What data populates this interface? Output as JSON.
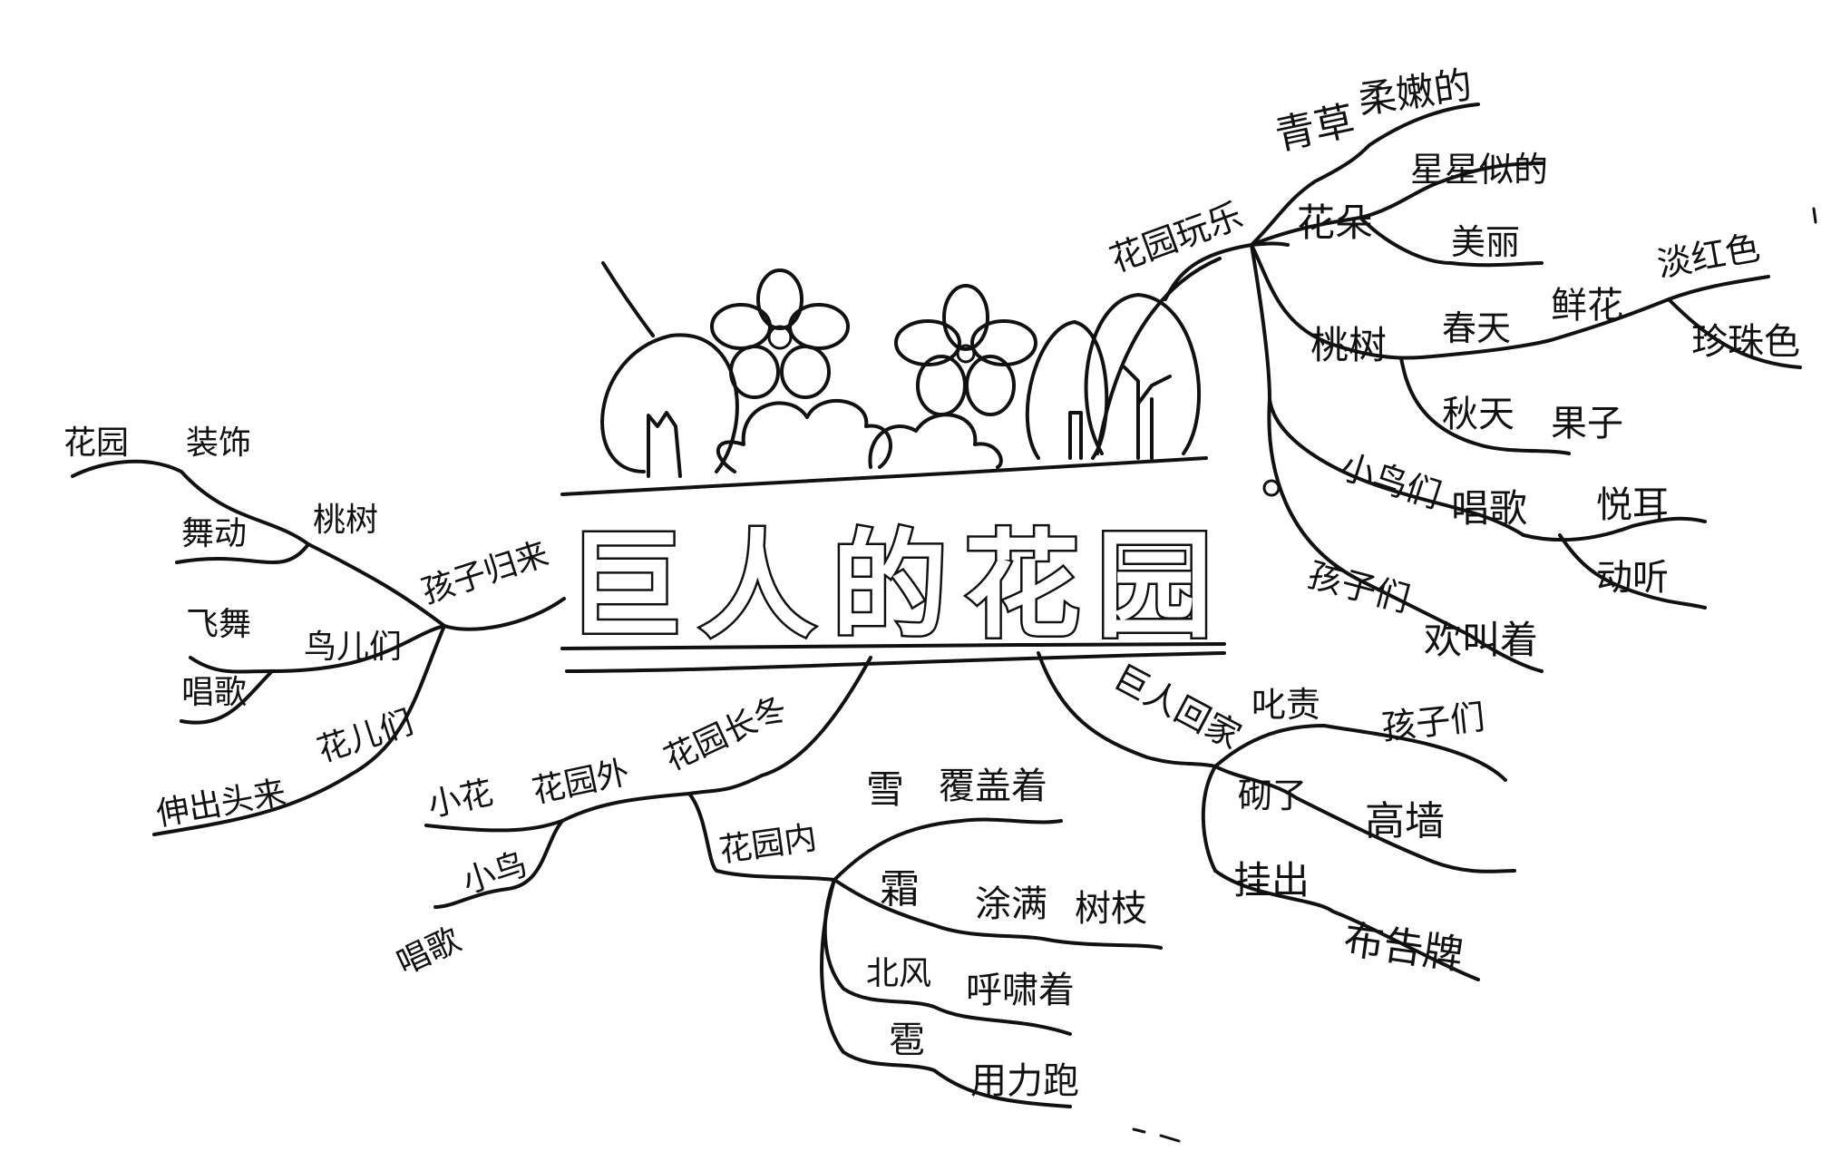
{
  "title": "巨人的花园",
  "branches": {
    "kids_return": {
      "label": "孩子归来",
      "peach_tree": "桃树",
      "garden": "花园",
      "decorate": "装饰",
      "dance": "舞动",
      "birds": "鸟儿们",
      "fly_dance": "飞舞",
      "sing": "唱歌",
      "flowers": "花儿们",
      "stick_head_out": "伸出头来"
    },
    "garden_winter": {
      "label": "花园长冬",
      "outside": "花园外",
      "small_flower": "小花",
      "small_bird": "小鸟",
      "sing": "唱歌",
      "inside": "花园内",
      "snow": "雪",
      "covering": "覆盖着",
      "frost": "霜",
      "paint_full": "涂满",
      "branches": "树枝",
      "north_wind": "北风",
      "howling": "呼啸着",
      "hail": "雹",
      "run_hard": "用力跑"
    },
    "giant_home": {
      "label": "巨人回家",
      "scold": "叱责",
      "kids": "孩子们",
      "build": "砌了",
      "high_wall": "高墙",
      "hang": "挂出",
      "sign": "布告牌"
    },
    "garden_play": {
      "label": "花园玩乐",
      "grass": "青草",
      "soft": "柔嫩的",
      "blossoms": "花朵",
      "star_like": "星星似的",
      "beautiful": "美丽",
      "peach_tree": "桃树",
      "spring": "春天",
      "fresh_flowers": "鲜花",
      "pink": "淡红色",
      "pearl": "珍珠色",
      "autumn": "秋天",
      "fruit": "果子",
      "birds": "小鸟们",
      "sing": "唱歌",
      "pleasant": "悦耳",
      "melodious": "动听",
      "kids": "孩子们",
      "cheering": "欢叫着"
    }
  }
}
